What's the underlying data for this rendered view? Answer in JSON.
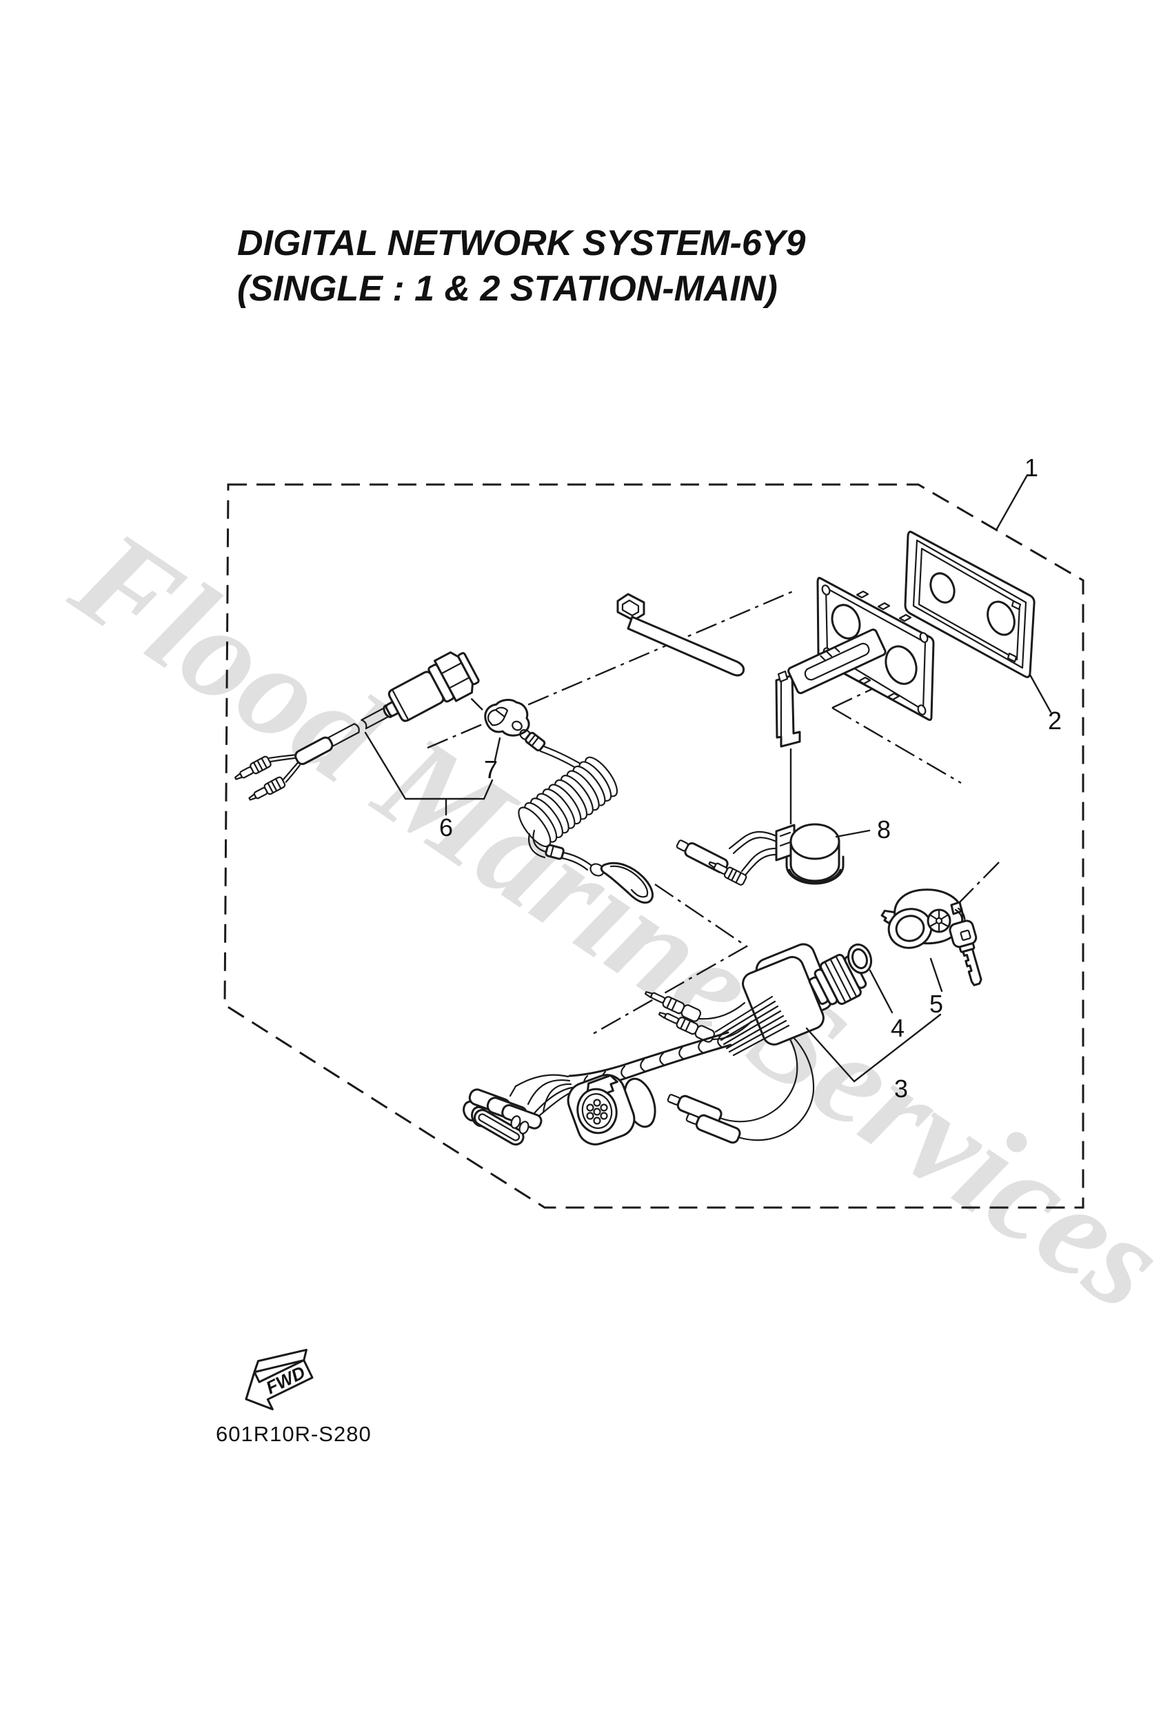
{
  "title": {
    "line1": "DIGITAL NETWORK SYSTEM-6Y9",
    "line2": "(SINGLE : 1 & 2 STATION-MAIN)"
  },
  "watermark": {
    "text": "Flood Marine Services",
    "color": "#e0e0e0"
  },
  "drawing_code": "601R10R-S280",
  "fwd": {
    "label": "FWD"
  },
  "callouts": [
    {
      "label": "1"
    },
    {
      "label": "2"
    },
    {
      "label": "3"
    },
    {
      "label": "4"
    },
    {
      "label": "5"
    },
    {
      "label": "6"
    },
    {
      "label": "7"
    },
    {
      "label": "8"
    }
  ],
  "colors": {
    "ink": "#1a1a1a",
    "background": "#ffffff"
  }
}
